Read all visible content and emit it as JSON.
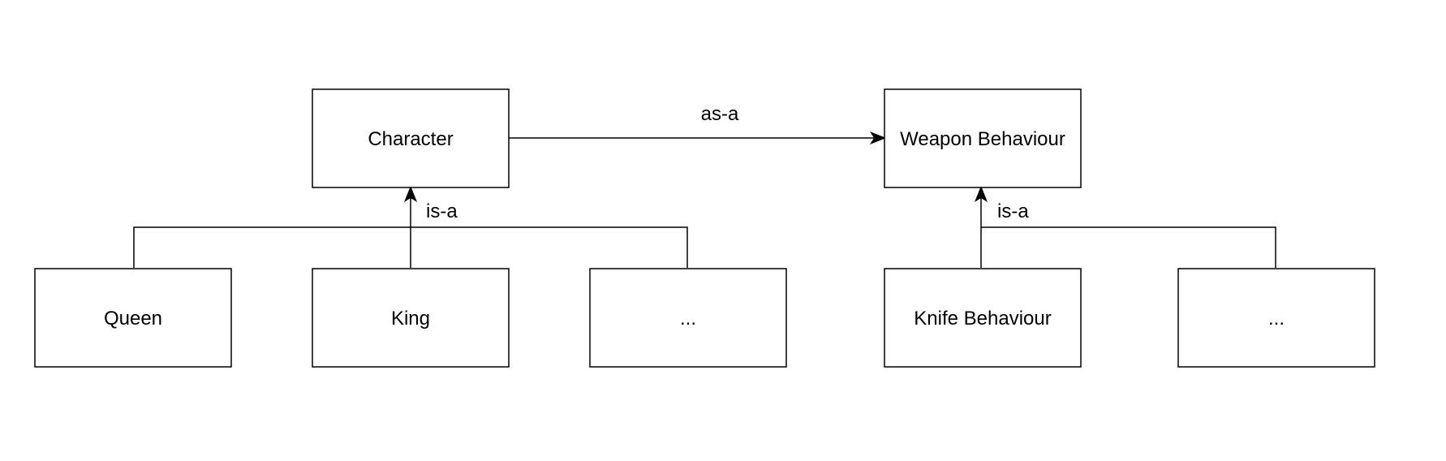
{
  "nodes": {
    "character": "Character",
    "weapon_behaviour": "Weapon Behaviour",
    "queen": "Queen",
    "king": "King",
    "character_more": "...",
    "knife_behaviour": "Knife Behaviour",
    "weapon_more": "..."
  },
  "edges": {
    "character_to_weapon": "as-a",
    "character_children": "is-a",
    "weapon_children": "is-a"
  }
}
